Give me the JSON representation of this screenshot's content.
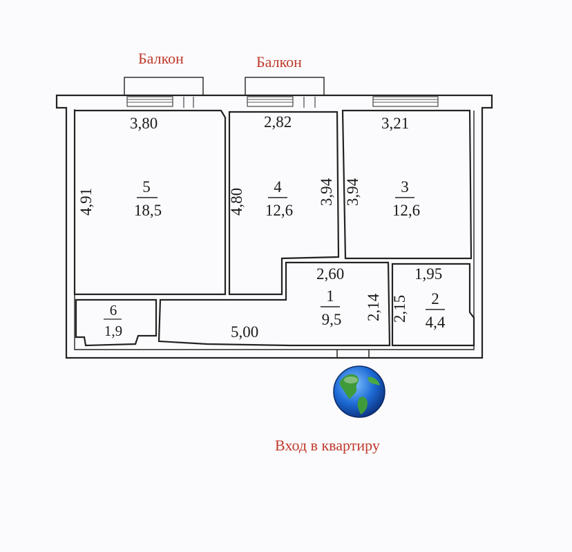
{
  "labels": {
    "balcony_left": "Балкон",
    "balcony_right": "Балкон",
    "entrance": "Вход в квартиру"
  },
  "rooms": [
    {
      "number": "5",
      "area": "18,5"
    },
    {
      "number": "4",
      "area": "12,6"
    },
    {
      "number": "3",
      "area": "12,6"
    },
    {
      "number": "1",
      "area": "9,5"
    },
    {
      "number": "2",
      "area": "4,4"
    },
    {
      "number": "6",
      "area": "1,9"
    }
  ],
  "dimensions": {
    "room5_width": "3,80",
    "room5_height": "4,91",
    "room4_width": "2,82",
    "room4_height": "4,80",
    "room4_height_right": "3,94",
    "room3_width": "3,21",
    "room3_height": "3,94",
    "room1_width": "2,60",
    "room1_height": "2,14",
    "room2_width": "1,95",
    "room2_height": "2,15",
    "corridor_length": "5,00"
  },
  "icons": {
    "entrance_marker": "globe-icon"
  },
  "colors": {
    "label_red": "#c0392b",
    "wall": "#222222"
  }
}
